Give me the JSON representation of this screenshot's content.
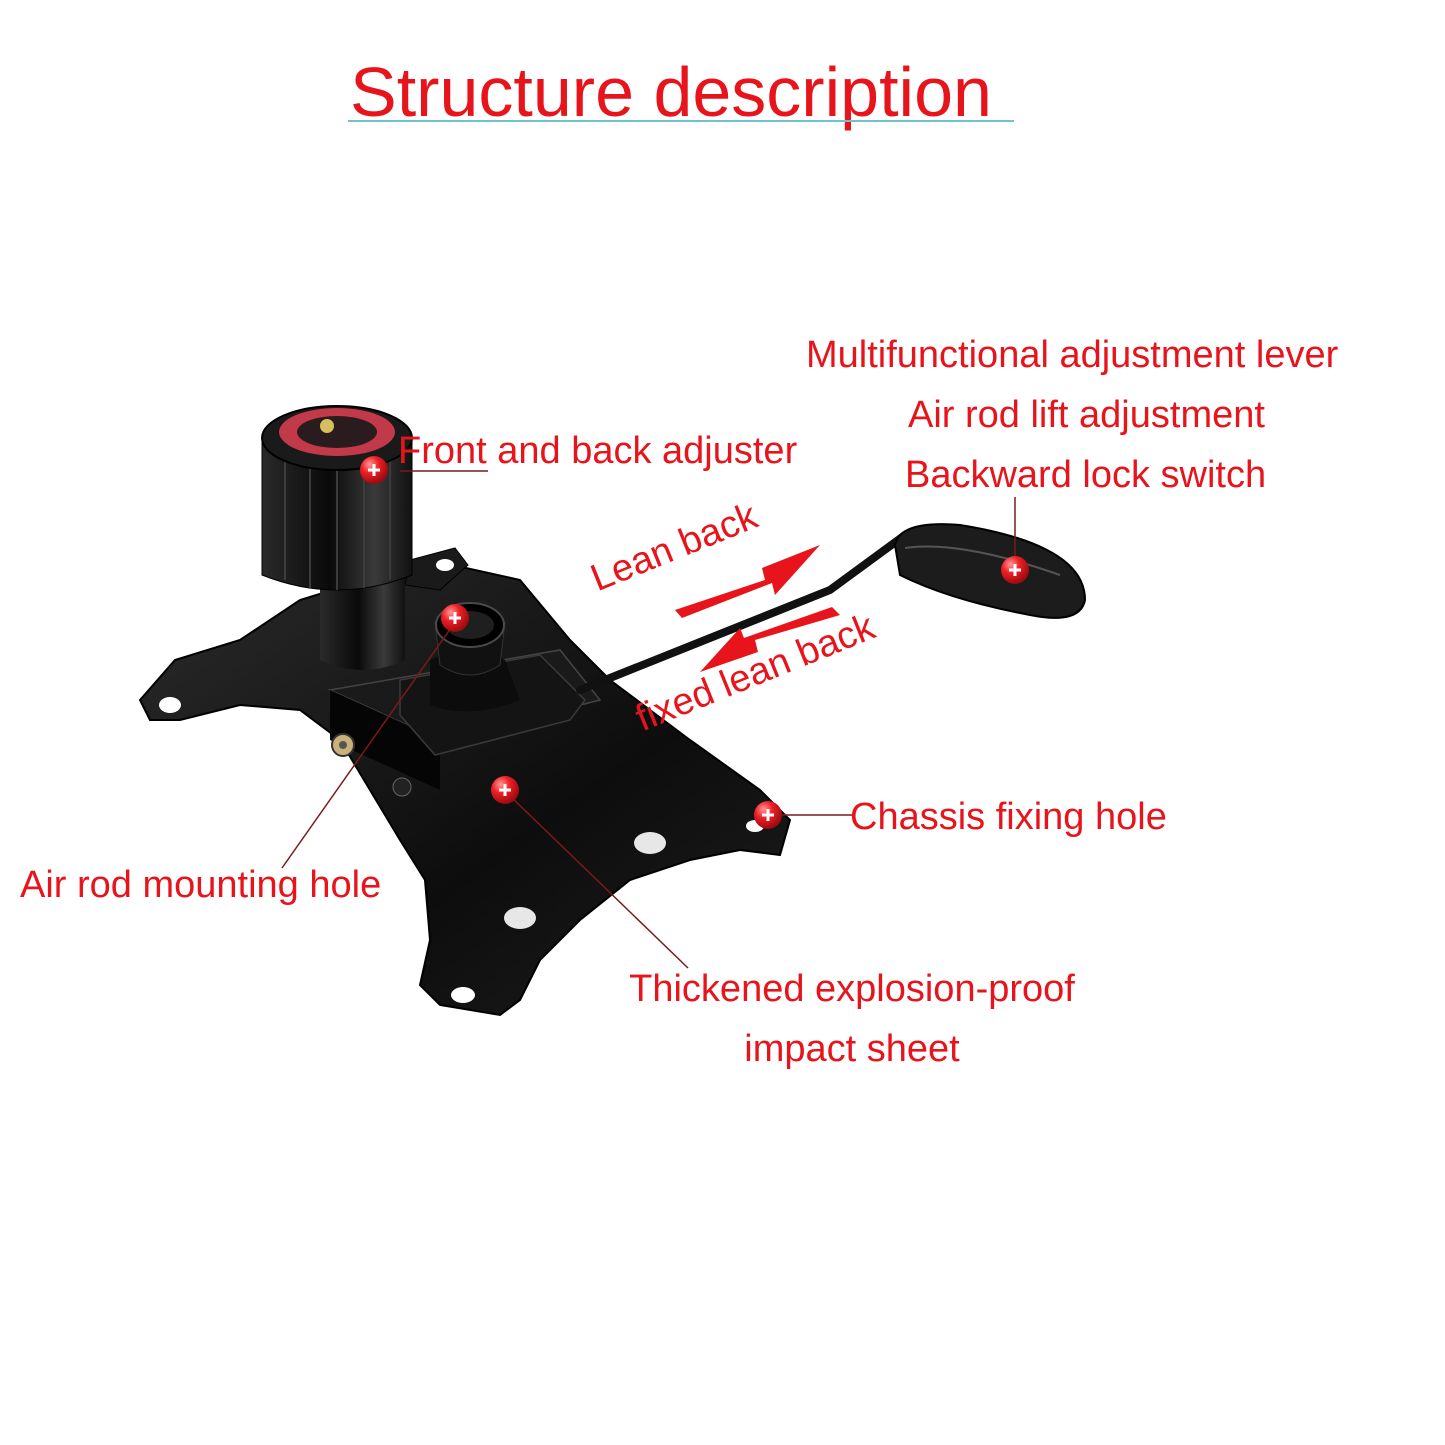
{
  "title": "Structure description",
  "labels": {
    "front_back_adjuster": "Front and back adjuster",
    "lever_line1": "Multifunctional adjustment lever",
    "lever_line2": "Air rod lift adjustment",
    "lever_line3": "Backward lock switch",
    "lean_back": "Lean back",
    "fixed_lean_back": "fixed lean back",
    "chassis_fixing_hole": "Chassis fixing hole",
    "air_rod_mounting_hole": "Air rod mounting hole",
    "impact_sheet_line1": "Thickened explosion-proof",
    "impact_sheet_line2": "impact sheet"
  },
  "colors": {
    "label_red": "#e8141b",
    "title_rule": "#6ec3cf",
    "metal": "#111111"
  },
  "icons": [
    "plus-marker-icon",
    "arrow-right-icon",
    "arrow-left-icon"
  ]
}
